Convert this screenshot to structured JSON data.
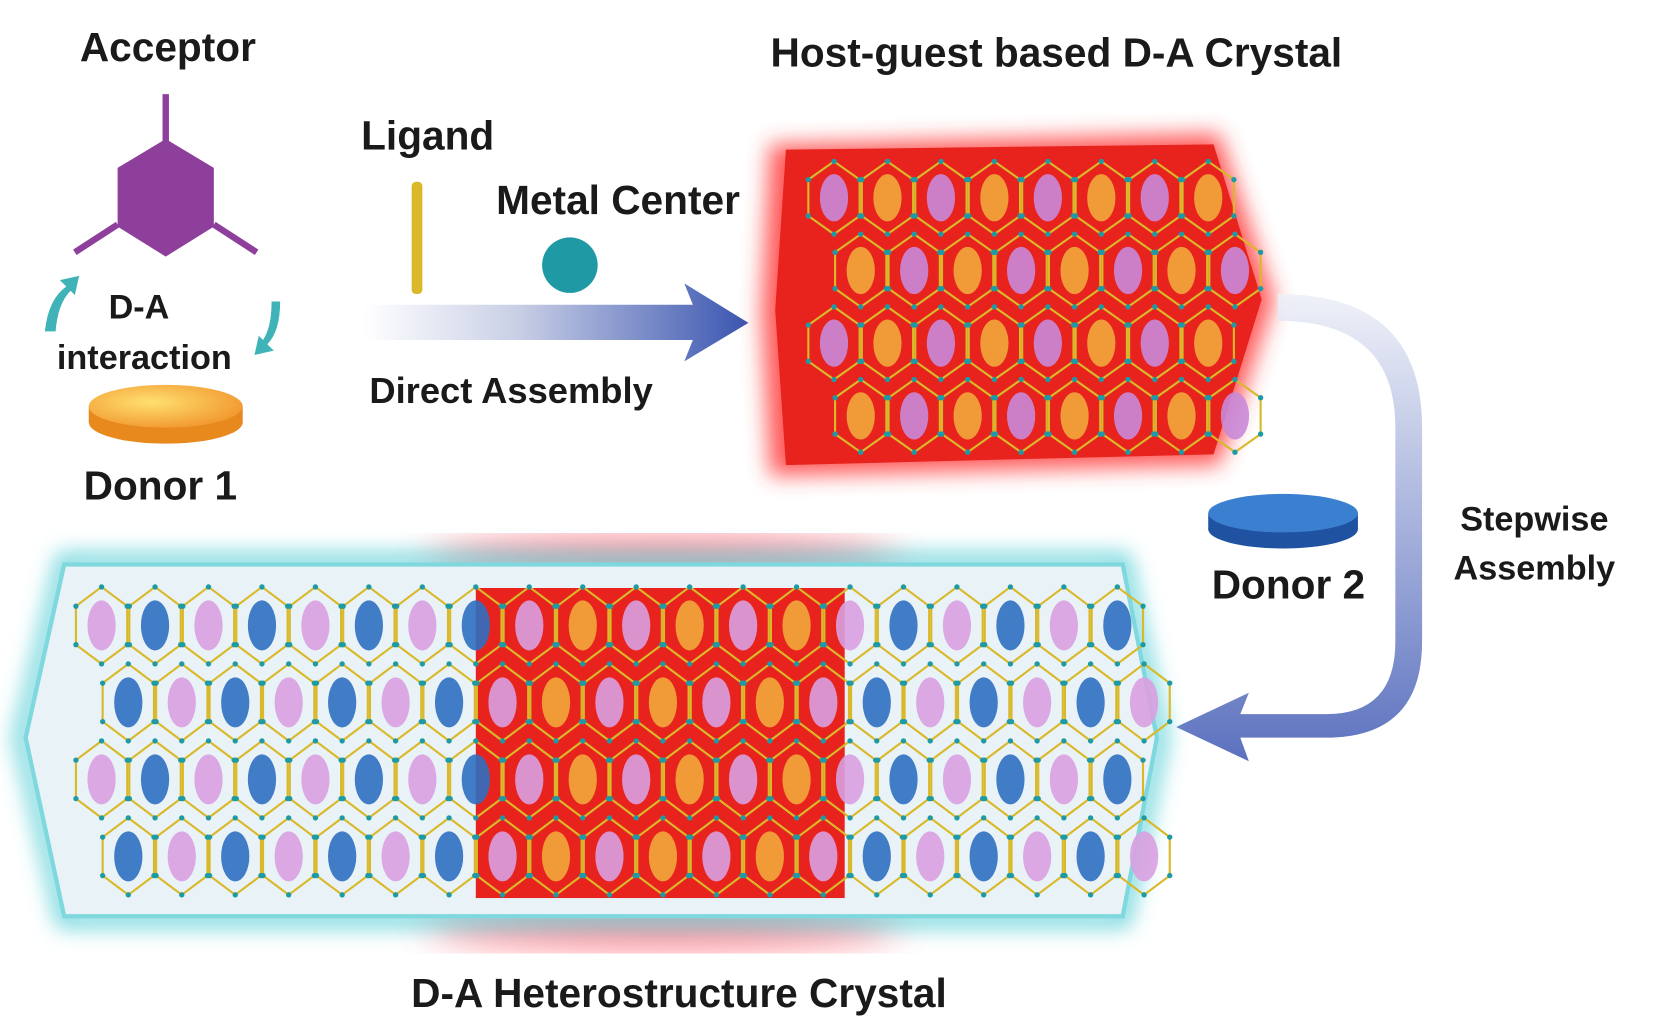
{
  "labels": {
    "acceptor": "Acceptor",
    "da": "D-A",
    "interaction": "interaction",
    "donor1": "Donor 1",
    "ligand": "Ligand",
    "metal_center": "Metal Center",
    "direct_assembly": "Direct Assembly",
    "host_guest_title": "Host-guest based D-A Crystal",
    "donor2": "Donor 2",
    "stepwise": "Stepwise",
    "assembly": "Assembly",
    "heterostructure_title": "D-A Heterostructure Crystal"
  },
  "colors": {
    "acceptor": "#8e3f9c",
    "donor1": "#f2a93b",
    "donor2": "#2f6fc0",
    "ligand": "#d9b92a",
    "metal": "#1f9aa5",
    "host_crystal": "#e8231e",
    "hetero_glow": "#5fd0d8",
    "arrow": "#3a55b0"
  }
}
